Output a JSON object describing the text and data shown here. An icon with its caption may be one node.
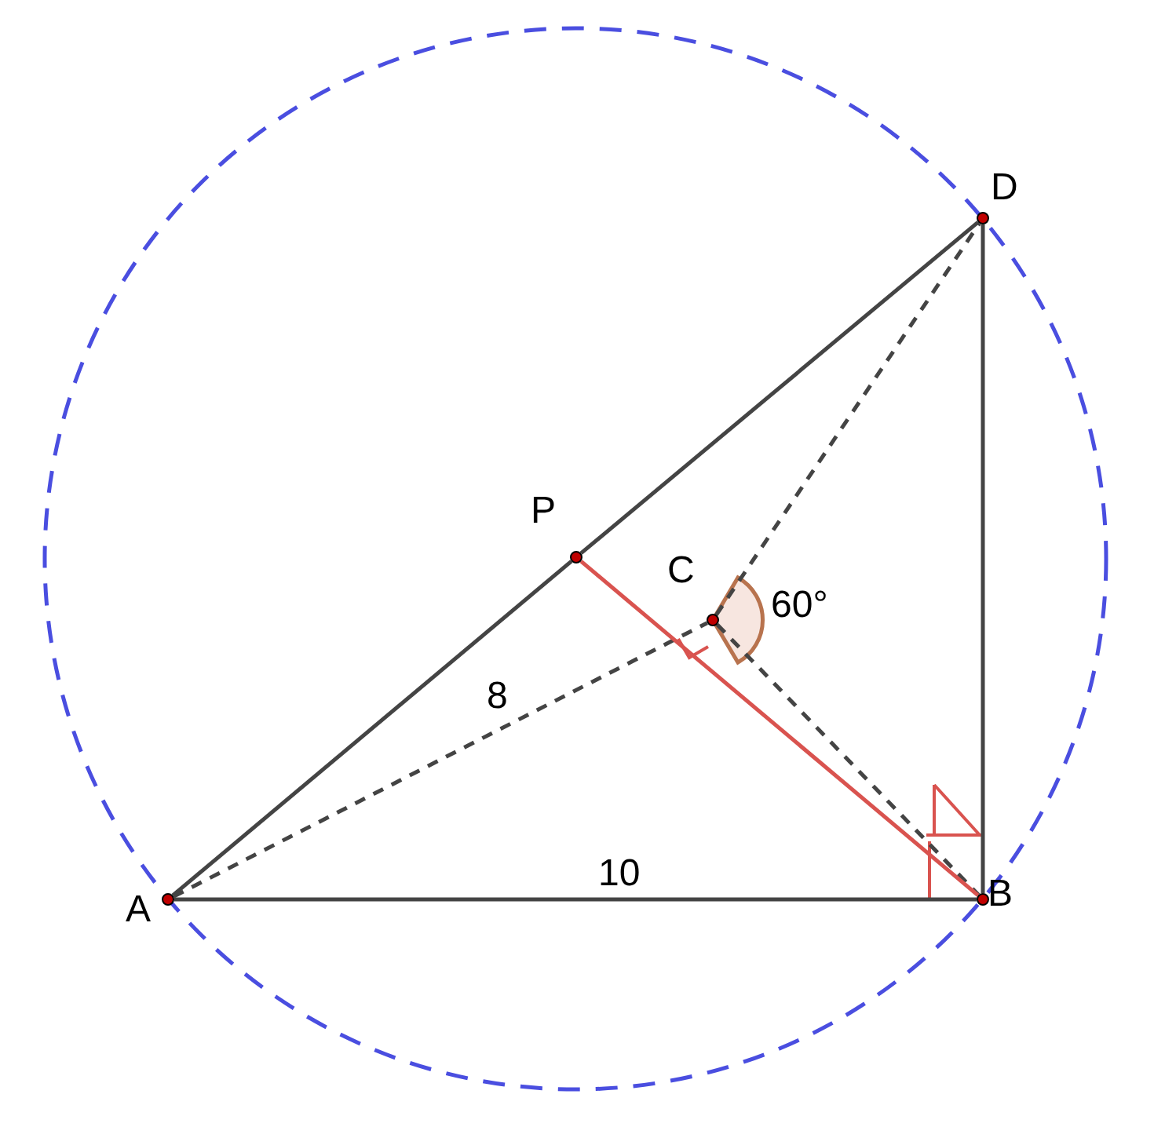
{
  "diagram": {
    "nodes": [
      {
        "text": [
          "A"
        ]
      },
      {
        "text": [
          "B"
        ]
      },
      {
        "text": [
          "C"
        ]
      },
      {
        "text": [
          "D"
        ]
      },
      {
        "text": [
          "P"
        ]
      }
    ],
    "edges": [
      {
        "from": 0,
        "to": 1,
        "arrow": "none",
        "label": "10"
      },
      {
        "from": 0,
        "to": 4,
        "arrow": "none"
      },
      {
        "from": 4,
        "to": 3,
        "arrow": "none"
      },
      {
        "from": 3,
        "to": 1,
        "arrow": "none"
      },
      {
        "from": 0,
        "to": 2,
        "arrow": "none",
        "style": "dashed",
        "label": "8"
      },
      {
        "from": 2,
        "to": 3,
        "arrow": "none",
        "style": "dashed"
      },
      {
        "from": 2,
        "to": 1,
        "arrow": "none",
        "style": "dashed"
      },
      {
        "from": 4,
        "to": 1,
        "arrow": "none",
        "color": "#d9534f"
      }
    ],
    "labels": [
      "60°"
    ]
  }
}
